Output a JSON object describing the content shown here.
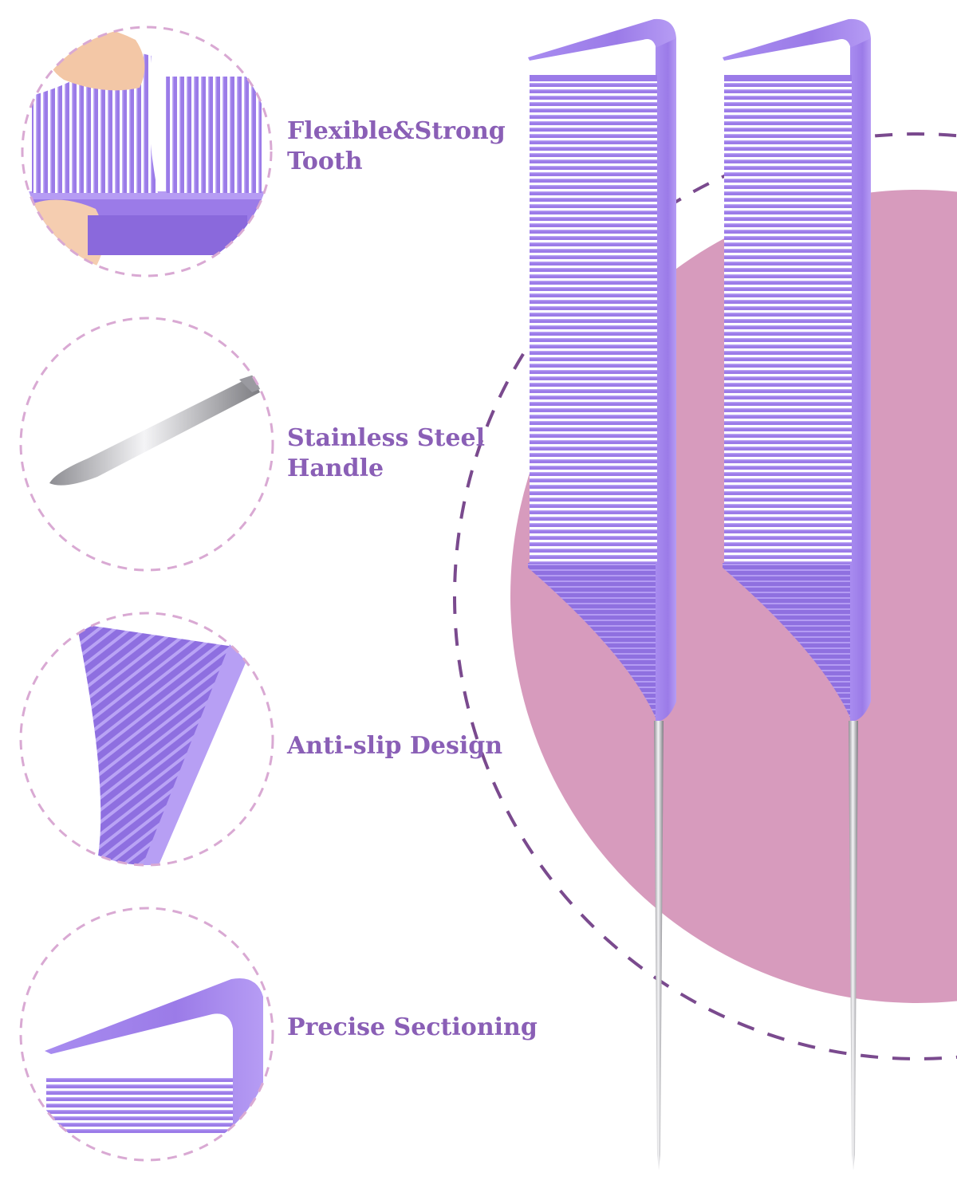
{
  "colors": {
    "comb_purple": "#9b7be8",
    "comb_purple_dark": "#7d5fd0",
    "text_purple": "#8a5fb6",
    "dash_light": "#d9a9d3",
    "dash_dark": "#7a4a8e",
    "blob_pink": "#d79bbd",
    "steel": "#c9c9cc"
  },
  "features": [
    {
      "line1": "Flexible&Strong",
      "line2": "Tooth",
      "icon": "flexible-teeth-closeup"
    },
    {
      "line1": "Stainless Steel",
      "line2": "Handle",
      "icon": "steel-pin-tip-closeup"
    },
    {
      "line1": "Anti-slip Design",
      "line2": "",
      "icon": "anti-slip-grip-closeup"
    },
    {
      "line1": "Precise Sectioning",
      "line2": "",
      "icon": "comb-tip-closeup"
    }
  ],
  "product": {
    "icon": "rat-tail-comb",
    "count": 2
  }
}
